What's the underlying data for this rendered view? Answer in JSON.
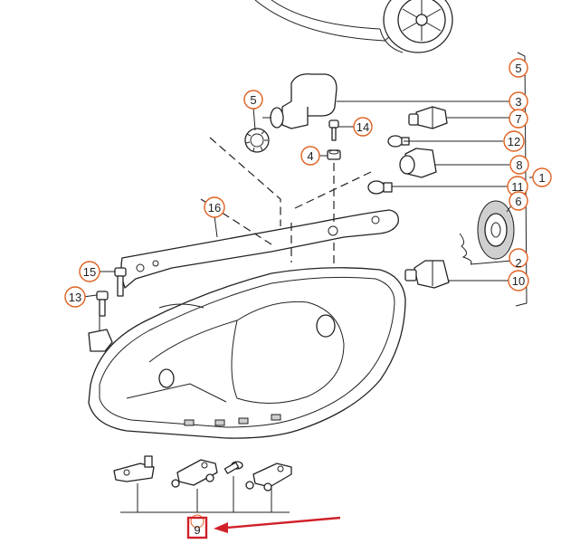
{
  "callouts": {
    "c1": "1",
    "c2": "2",
    "c3": "3",
    "c4": "4",
    "c5a": "5",
    "c5b": "5",
    "c6": "6",
    "c7": "7",
    "c8": "8",
    "c9": "9",
    "c10": "10",
    "c11": "11",
    "c12": "12",
    "c13": "13",
    "c14": "14",
    "c15": "15",
    "c16": "16"
  },
  "colors": {
    "callout_ring": "#e06020",
    "highlight_box": "#d0202a",
    "arrow": "#d0202a"
  },
  "highlight": {
    "target_part": "9"
  }
}
